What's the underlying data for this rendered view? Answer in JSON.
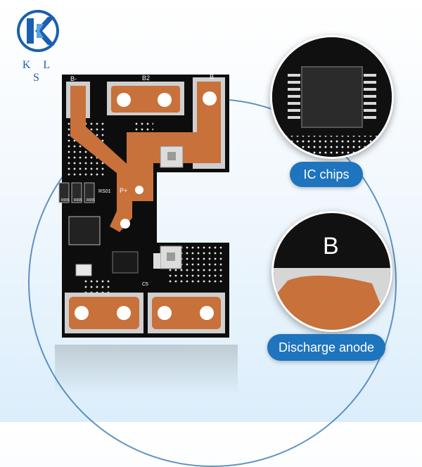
{
  "brand": {
    "name": "KLS",
    "logo_text": "K L S",
    "logo_color": "#1b5fb0"
  },
  "board": {
    "silkscreen_b_minus": "B-",
    "silkscreen_b2": "B2",
    "silkscreen_b_plus": "B",
    "silkscreen_p_plus": "P+",
    "silkscreen_rs01": "RS01",
    "silkscreen_c5": "C5",
    "resistor_labels": [
      "R005",
      "R005",
      "R005"
    ]
  },
  "callouts": [
    {
      "label": "IC chips",
      "accent": "#1e74bd"
    },
    {
      "label": "Discharge anode",
      "accent": "#1e74bd"
    }
  ],
  "zoom_detail": {
    "letter": "B"
  },
  "colors": {
    "pcb": "#0d0d0d",
    "copper": "#c8713b",
    "pad_metal": "#cfcfcf",
    "background_bottom": "#dbeefb"
  }
}
